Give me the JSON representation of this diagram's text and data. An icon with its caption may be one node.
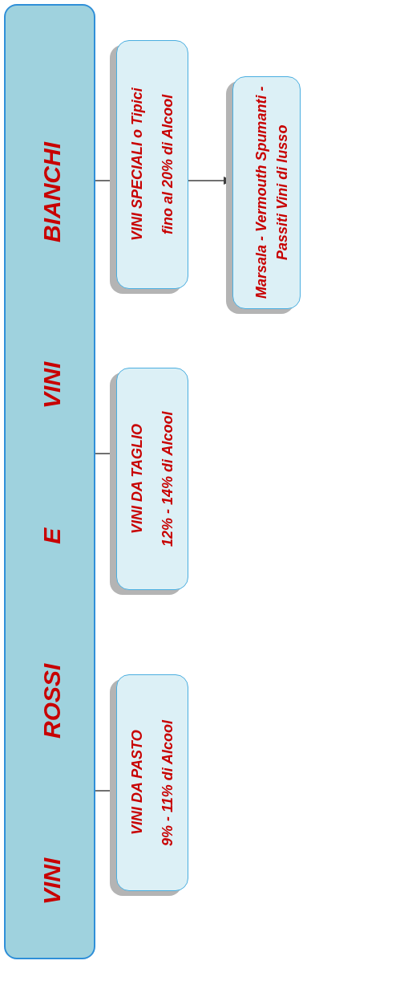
{
  "diagram": {
    "nodes": [
      {
        "text": [
          "VINI ROSSI E VINI BIANCHI"
        ]
      },
      {
        "text": [
          "VINI DA PASTO",
          "9% - 11% di Alcool"
        ]
      },
      {
        "text": [
          "VINI DA TAGLIO",
          "12% - 14% di Alcool"
        ]
      },
      {
        "text": [
          "VINI SPECIALI o Tipici",
          "fino al 20% di Alcool"
        ]
      },
      {
        "text": [
          "Marsala - Vermouth Spumanti - Passiti Vini di lusso"
        ]
      }
    ],
    "edges": [
      {
        "from": 0,
        "to": 1,
        "arrow": "none"
      },
      {
        "from": 0,
        "to": 2,
        "arrow": "none"
      },
      {
        "from": 0,
        "to": 3,
        "arrow": "none"
      },
      {
        "from": 3,
        "to": 4,
        "arrow": "to"
      }
    ]
  }
}
